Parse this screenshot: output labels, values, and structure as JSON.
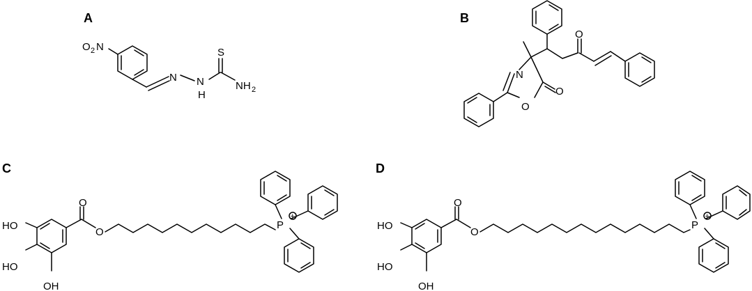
{
  "panels": [
    {
      "letter": "A"
    },
    {
      "letter": "B"
    },
    {
      "letter": "C"
    },
    {
      "letter": "D"
    }
  ],
  "labels": {
    "a_o2n": "O",
    "a_o2n_sub": "2",
    "a_o2n_n": "N",
    "a_n1": "N",
    "a_n2": "N",
    "a_nh_n": "N",
    "a_nh_h": "H",
    "a_s": "S",
    "a_nh2": "NH",
    "a_nh2_sub": "2",
    "b_n": "N",
    "b_o_ring": "O",
    "b_o_exo": "O",
    "b_o_ketone": "O",
    "c_o_carbonyl": "O",
    "c_o_ester": "O",
    "c_ho1": "HO",
    "c_ho2": "HO",
    "c_oh": "OH",
    "c_p": "P",
    "c_plus": "+",
    "d_o_carbonyl": "O",
    "d_o_ester": "O",
    "d_ho1": "HO",
    "d_ho2": "HO",
    "d_oh": "OH",
    "d_p": "P",
    "d_plus": "+"
  }
}
